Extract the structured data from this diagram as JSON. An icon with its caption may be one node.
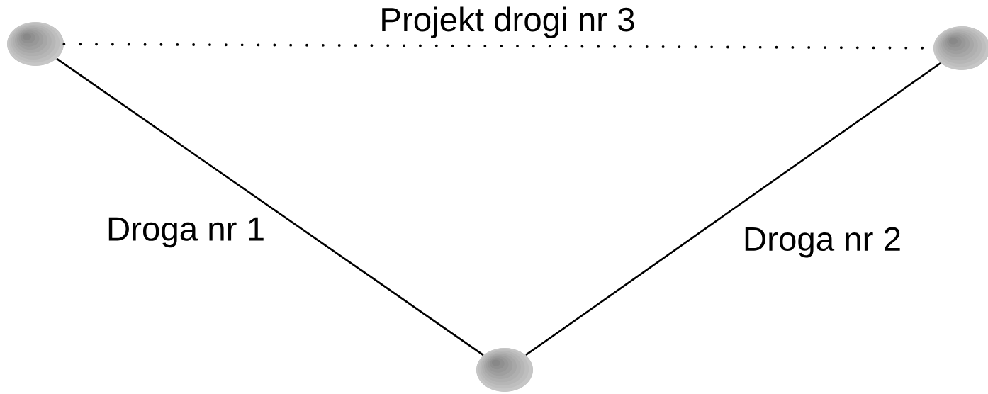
{
  "diagram": {
    "nodes": [
      {
        "text": [],
        "shape": "circle"
      },
      {
        "text": [],
        "shape": "circle"
      },
      {
        "text": [],
        "shape": "circle"
      }
    ],
    "edges": [
      {
        "from": 0,
        "to": 1,
        "arrow": "none",
        "style": "dashed",
        "label": "Projekt drogi nr 3"
      },
      {
        "from": 0,
        "to": 2,
        "arrow": "none",
        "label": "Droga nr 1"
      },
      {
        "from": 2,
        "to": 1,
        "arrow": "none",
        "label": "Droga nr 2"
      }
    ]
  }
}
